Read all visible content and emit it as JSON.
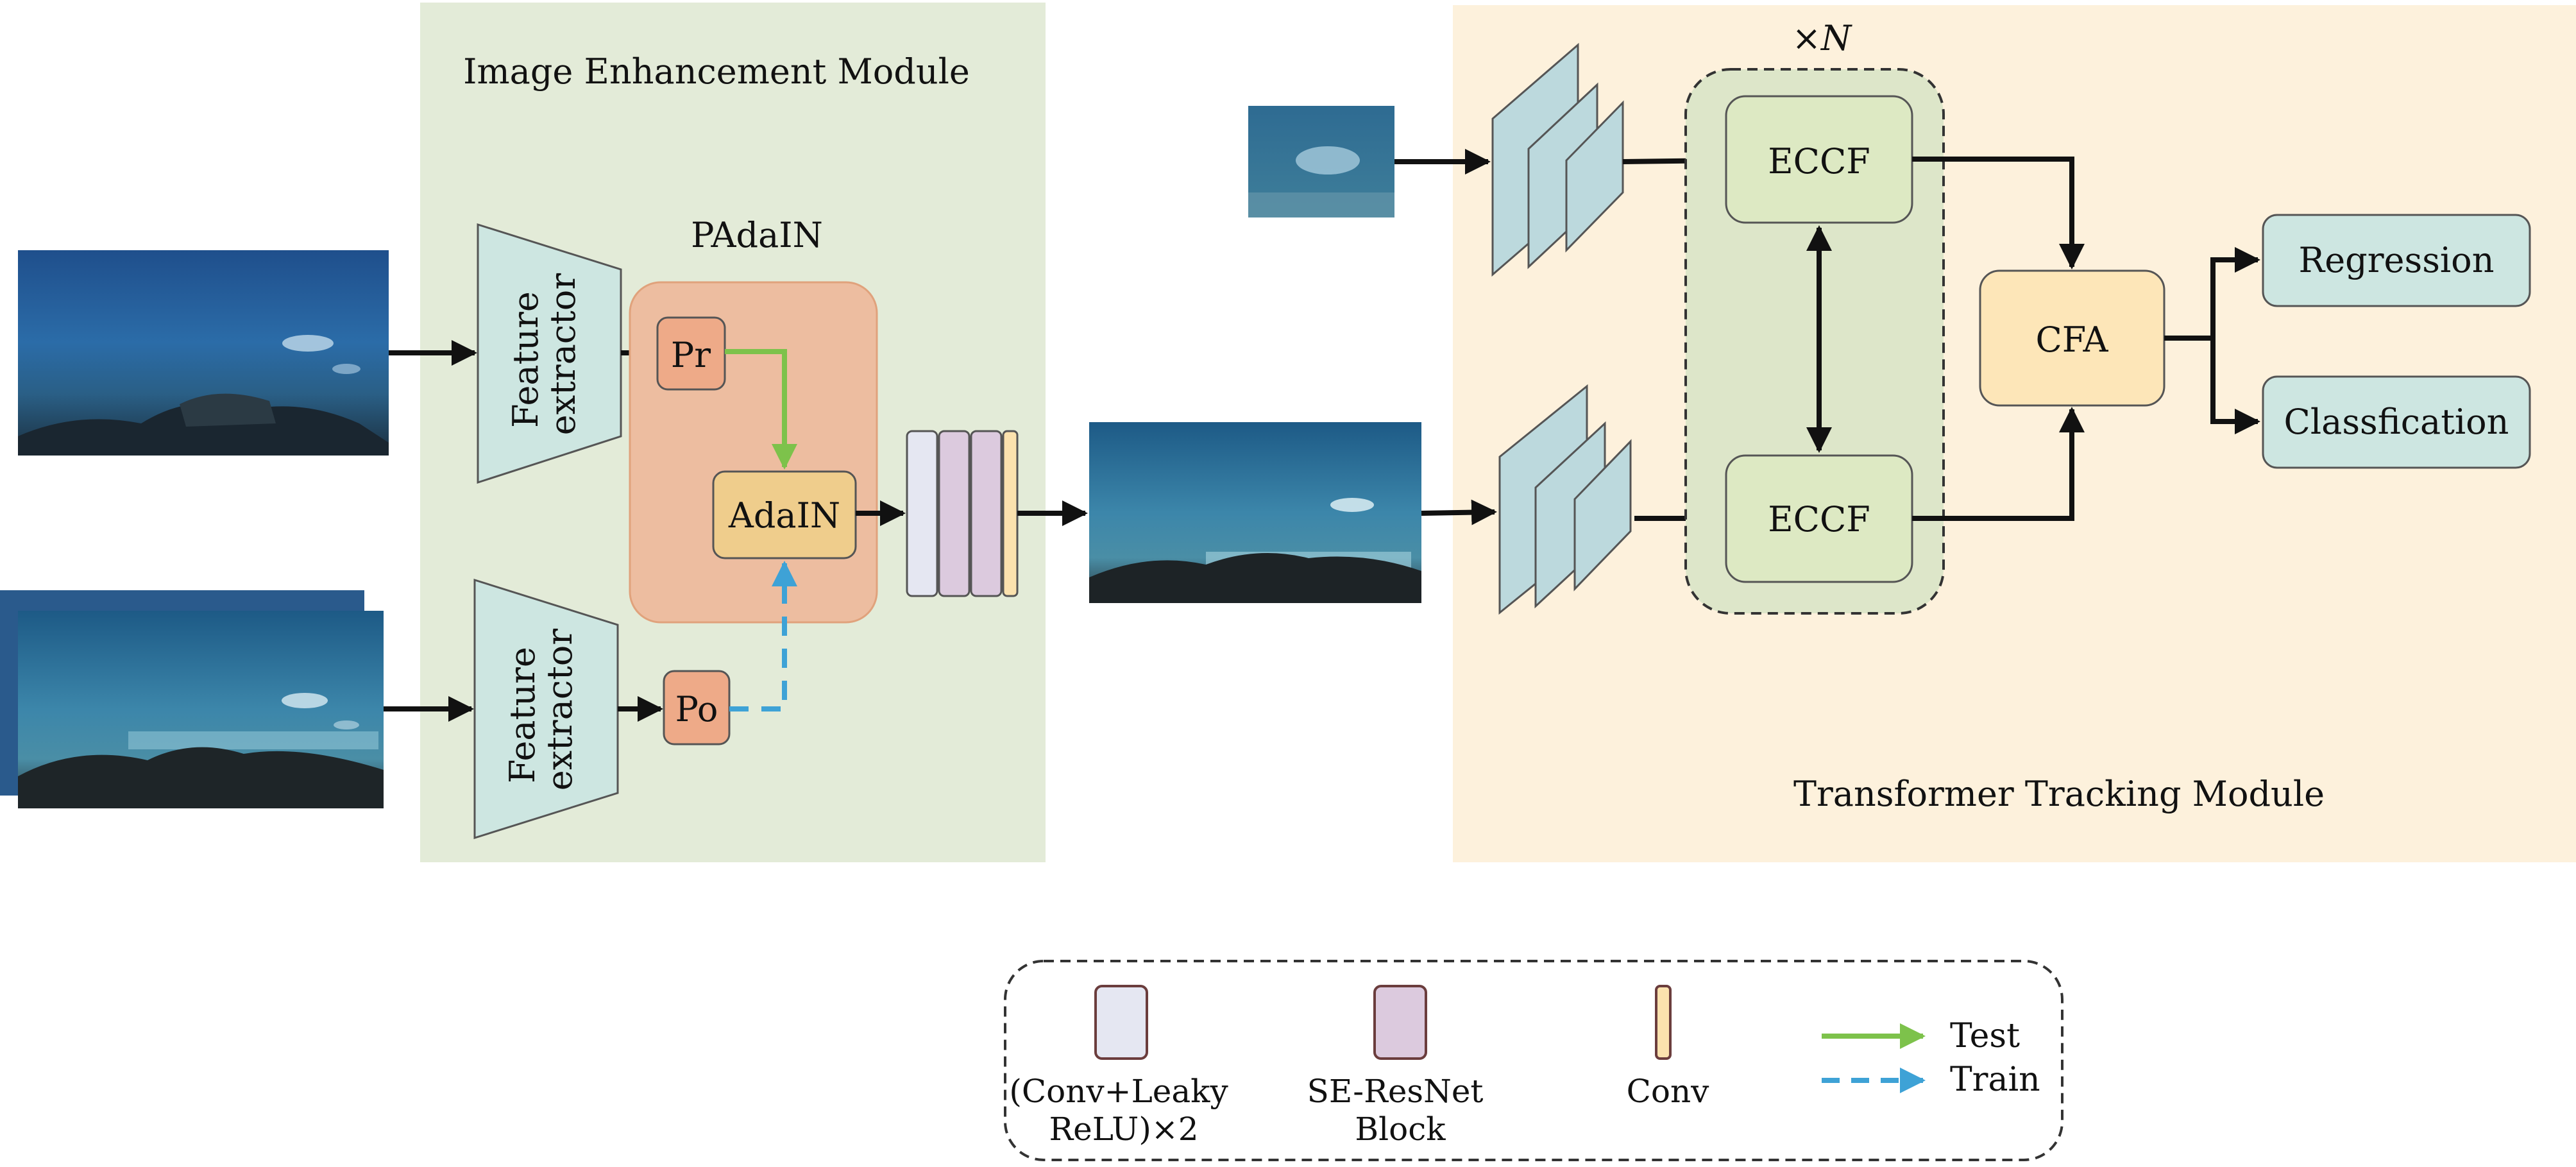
{
  "image_enhancement": {
    "title": "Image Enhancement Module",
    "feature_extractor_top": [
      "Feature",
      "extractor"
    ],
    "feature_extractor_bottom": [
      "Feature",
      "extractor"
    ],
    "padain_title": "PAdaIN",
    "pr_label": "Pr",
    "po_label": "Po",
    "adain_label": "AdaIN"
  },
  "transformer_tracking": {
    "title": "Transformer Tracking Module",
    "repeat_label": "×N",
    "eccf_top": "ECCF",
    "eccf_bottom": "ECCF",
    "cfa_label": "CFA",
    "regression_label": "Regression",
    "classification_label": "Classfication"
  },
  "legend": {
    "conv_leaky_lines": [
      "(Conv+Leaky",
      "ReLU)×2"
    ],
    "se_resnet_lines": [
      "SE-ResNet",
      "Block"
    ],
    "conv_label": "Conv",
    "test_label": "Test",
    "train_label": "Train"
  },
  "colors": {
    "enhancement_bg": "#e3ebd8",
    "tracking_bg": "#fdf1dc",
    "teal": "#cde6e1",
    "padain_bg": "#edbda0",
    "pr_po_fill": "#eeaa88",
    "adain_fill": "#efcd8c",
    "eccf_fill": "#dde9c3",
    "cfa_fill": "#fde6b8",
    "conv_leaky_fill": "#e5e7f2",
    "se_resnet_fill": "#dccade",
    "conv_fill": "#fbe2ae",
    "test_arrow": "#7dc24b",
    "train_arrow": "#3ea2d6",
    "stroke": "#555555"
  }
}
